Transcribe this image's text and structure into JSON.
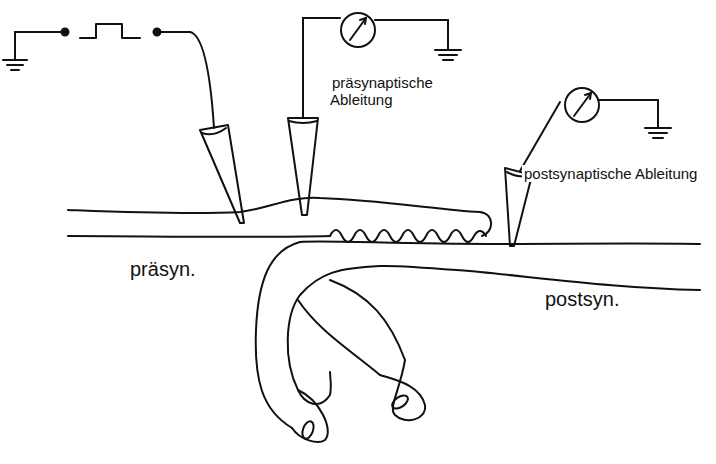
{
  "diagram": {
    "labels": [
      "präsynaptische Ableitung",
      "postsynaptische Ableitung",
      "präsyn.",
      "postsyn."
    ]
  }
}
